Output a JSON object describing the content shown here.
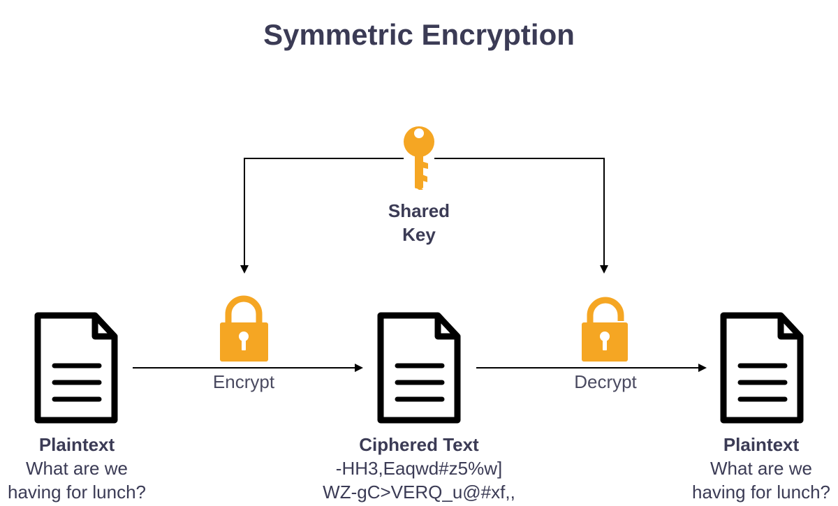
{
  "title": "Symmetric Encryption",
  "shared_key": {
    "line1": "Shared",
    "line2": "Key",
    "icon": "key-icon"
  },
  "steps": {
    "encrypt": {
      "label": "Encrypt",
      "icon": "lock-closed-icon"
    },
    "decrypt": {
      "label": "Decrypt",
      "icon": "lock-open-icon"
    }
  },
  "documents": [
    {
      "heading": "Plaintext",
      "line1": "What are we",
      "line2": "having for lunch?",
      "icon": "document-icon"
    },
    {
      "heading": "Ciphered Text",
      "line1": "-HH3,Eaqwd#z5%w]",
      "line2": "WZ-gC>VERQ_u@#xf,,",
      "icon": "document-icon"
    },
    {
      "heading": "Plaintext",
      "line1": "What are we",
      "line2": "having for lunch?",
      "icon": "document-icon"
    }
  ],
  "colors": {
    "accent": "#f5a623",
    "text": "#3b3b55",
    "line": "#000000"
  }
}
